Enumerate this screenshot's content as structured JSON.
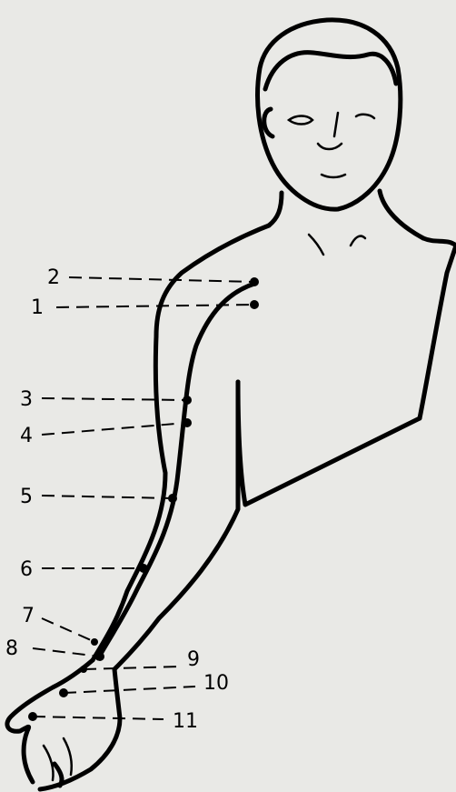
{
  "diagram": {
    "points": [
      {
        "label": "1"
      },
      {
        "label": "2"
      },
      {
        "label": "3"
      },
      {
        "label": "4"
      },
      {
        "label": "5"
      },
      {
        "label": "6"
      },
      {
        "label": "7"
      },
      {
        "label": "8"
      },
      {
        "label": "9"
      },
      {
        "label": "10"
      },
      {
        "label": "11"
      }
    ]
  },
  "colors": {
    "background": "#e9e9e6",
    "ink": "#000000"
  }
}
